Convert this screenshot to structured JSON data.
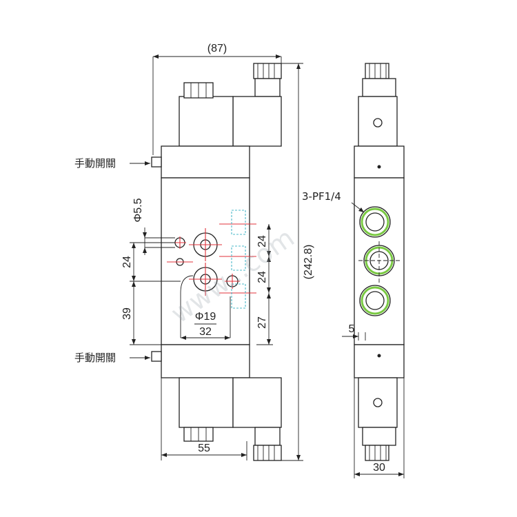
{
  "dimensions": {
    "overall_width": "(87)",
    "overall_height": "(242.8)",
    "port_dia": "Φ5.5",
    "pitch_a": "24",
    "pitch_b": "24",
    "pitch_c": "24",
    "offset_39": "39",
    "bore": "Φ19",
    "spacing_32": "32",
    "offset_27": "27",
    "coil_width": "55",
    "side_5": "5",
    "side_30": "30"
  },
  "labels": {
    "manual_override_top": "手動開關",
    "manual_override_bottom": "手動開關",
    "thread": "3-PF1/4"
  },
  "watermark": "www...com",
  "colors": {
    "outline": "#222222",
    "centerline": "#e0303a",
    "hidden": "#4bb8c8",
    "thread_ring": "#7ac943"
  }
}
